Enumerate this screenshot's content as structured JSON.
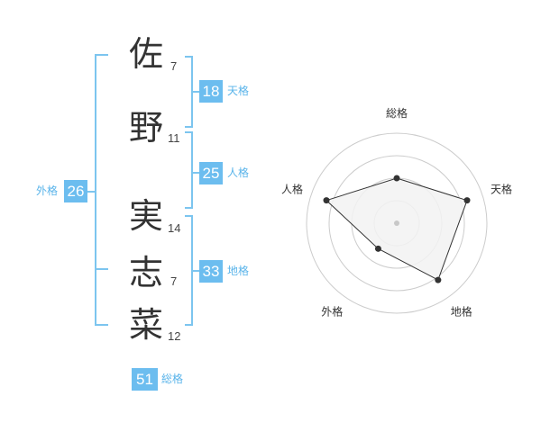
{
  "characters": [
    {
      "char": "佐",
      "strokes": "7"
    },
    {
      "char": "野",
      "strokes": "11"
    },
    {
      "char": "実",
      "strokes": "14"
    },
    {
      "char": "志",
      "strokes": "7"
    },
    {
      "char": "菜",
      "strokes": "12"
    }
  ],
  "fortunes": {
    "tenkaku": {
      "value": "18",
      "label": "天格"
    },
    "jinkaku": {
      "value": "25",
      "label": "人格"
    },
    "chikaku": {
      "value": "33",
      "label": "地格"
    },
    "gaikaku": {
      "value": "26",
      "label": "外格"
    },
    "soukaku": {
      "value": "51",
      "label": "総格"
    }
  },
  "chart_data": {
    "type": "radar",
    "axes": [
      "総格",
      "天格",
      "地格",
      "外格",
      "人格"
    ],
    "rings": 4,
    "values": [
      0.5,
      0.82,
      0.78,
      0.35,
      0.82
    ],
    "colors": {
      "fill": "#f2f2f2",
      "line": "#333333",
      "ring": "#cccccc",
      "bracket": "#7cc5ef",
      "badge": "#6cbdef"
    }
  }
}
